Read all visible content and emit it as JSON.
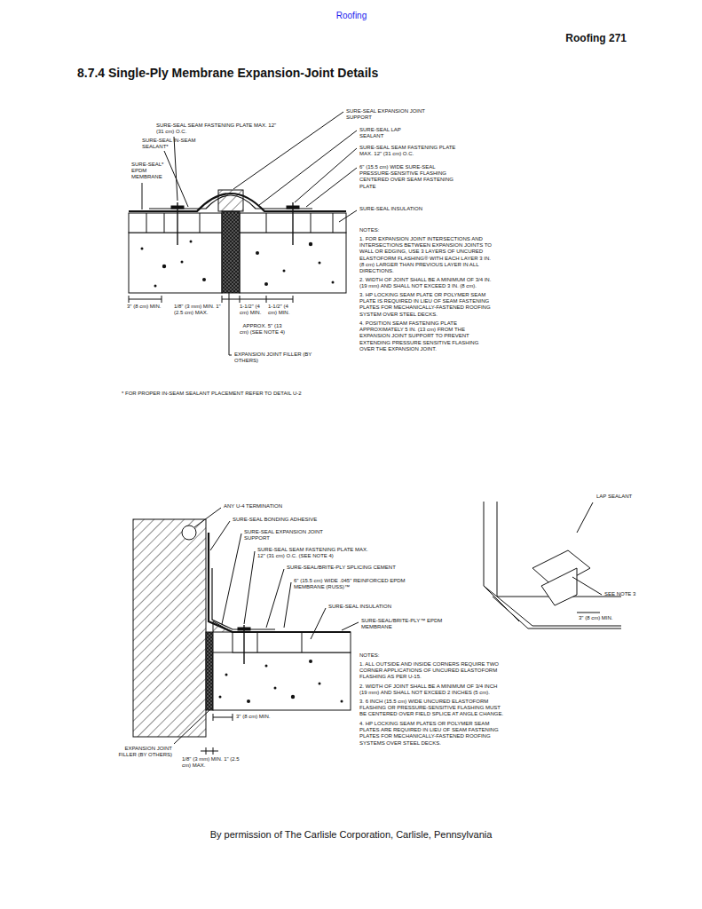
{
  "diagram": {
    "title": "8.7.4 Single-Ply Membrane Expansion-Joint Details",
    "caption": "By permission of The Carlisle Corporation, Carlisle, Pennsylvania",
    "labels": [
      "Roofing",
      "Roofing 271",
      "SURE-SEAL EXPANSION JOINT SUPPORT",
      "SURE-SEAL SEAM FASTENING PLATE MAX. 12\" (31 cm) O.C.",
      "SURE-SEAL LAP SEALANT",
      "SURE-SEAL IN-SEAM SEALANT*",
      "SURE-SEAL SEAM FASTENING PLATE MAX. 12\" (31 cm) O.C.",
      "SURE-SEAL* EPDM MEMBRANE",
      "6\" (15.5 cm) WIDE SURE-SEAL PRESSURE-SENSITIVE FLASHING CENTERED OVER SEAM FASTENING PLATE",
      "SURE-SEAL INSULATION",
      "NOTES:",
      "1. FOR EXPANSION JOINT INTERSECTIONS AND INTERSECTIONS BETWEEN EXPANSION JOINTS TO WALL OR EDGING, USE 3 LAYERS OF UNCURED ELASTOFORM FLASHING® WITH EACH LAYER 3 IN. (8 cm) LARGER THAN PREVIOUS LAYER IN ALL DIRECTIONS.",
      "2. WIDTH OF JOINT SHALL BE A MINIMUM OF 3/4 IN. (19 mm) AND SHALL NOT EXCEED 3 IN. (8 cm).",
      "3. HP LOCKING SEAM PLATE OR POLYMER SEAM PLATE IS REQUIRED IN LIEU OF SEAM FASTENING PLATES FOR MECHANICALLY-FASTENED ROOFING SYSTEM OVER STEEL DECKS.",
      "4. POSITION SEAM FASTENING PLATE APPROXIMATELY 5 IN. (13 cm) FROM THE EXPANSION JOINT SUPPORT TO PREVENT EXTENDING PRESSURE SENSITIVE FLASHING OVER THE EXPANSION JOINT.",
      "3\" (8 cm) MIN.",
      "1/8\" (3 mm) MIN. 1\" (2.5 cm) MAX.",
      "1-1/2\" (4 cm) MIN.",
      "1-1/2\" (4 cm) MIN.",
      "APPROX. 5\" (13 cm) (SEE NOTE 4)",
      "EXPANSION JOINT FILLER (BY OTHERS)",
      "* FOR PROPER IN-SEAM SEALANT PLACEMENT REFER TO DETAIL U-2",
      "ANY U-4 TERMINATION",
      "SURE-SEAL BONDING ADHESIVE",
      "SURE-SEAL EXPANSION JOINT SUPPORT",
      "SURE-SEAL SEAM FASTENING PLATE MAX. 12\" (31 cm) O.C. (SEE NOTE 4)",
      "SURE-SEAL/BRITE-PLY SPLICING CEMENT",
      "6\" (15.5 cm) WIDE .045\" REINFORCED EPDM MEMBRANE (RUSS)™",
      "SURE-SEAL INSULATION",
      "SURE-SEAL/BRITE-PLY™ EPDM MEMBRANE",
      "LAP SEALANT",
      "SEE NOTE 3",
      "3\" (8 cm) MIN.",
      "NOTES:",
      "1. ALL OUTSIDE AND INSIDE CORNERS REQUIRE TWO CORNER APPLICATIONS OF UNCURED ELASTOFORM FLASHING AS PER U-15.",
      "2. WIDTH OF JOINT SHALL BE A MINIMUM OF 3/4 INCH (19 mm) AND SHALL NOT EXCEED 2 INCHES (5 cm).",
      "3. 6 INCH (15.5 cm) WIDE UNCURED ELASTOFORM FLASHING OR PRESSURE-SENSITIVE FLASHING MUST BE CENTERED OVER FIELD SPLICE AT ANGLE CHANGE.",
      "4. HP LOCKING SEAM PLATES OR POLYMER SEAM PLATES ARE REQUIRED IN LIEU OF SEAM FASTENING PLATES FOR MECHANICALLY-FASTENED ROOFING SYSTEMS OVER STEEL DECKS.",
      "3\" (8 cm) MIN.",
      "EXPANSION JOINT FILLER (BY OTHERS)",
      "1/8\" (3 mm) MIN. 1\" (2.5 cm) MAX."
    ]
  }
}
